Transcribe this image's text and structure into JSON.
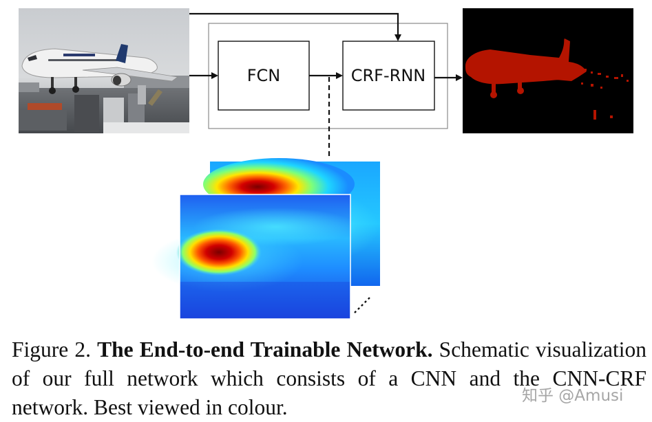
{
  "nodes": {
    "fcn": "FCN",
    "crf_rnn": "CRF-RNN"
  },
  "caption": {
    "prefix": "Figure 2. ",
    "bold": "The End-to-end Trainable Network.",
    "body": "  Schematic visualization of our full network which consists of a CNN and the CNN-CRF network. Best viewed in colour."
  },
  "watermark": "知乎 @Amusi",
  "colors": {
    "segmentation_red": "#b41400",
    "heatmap_low": "#1f3fe0",
    "heatmap_high": "#8a0000"
  }
}
